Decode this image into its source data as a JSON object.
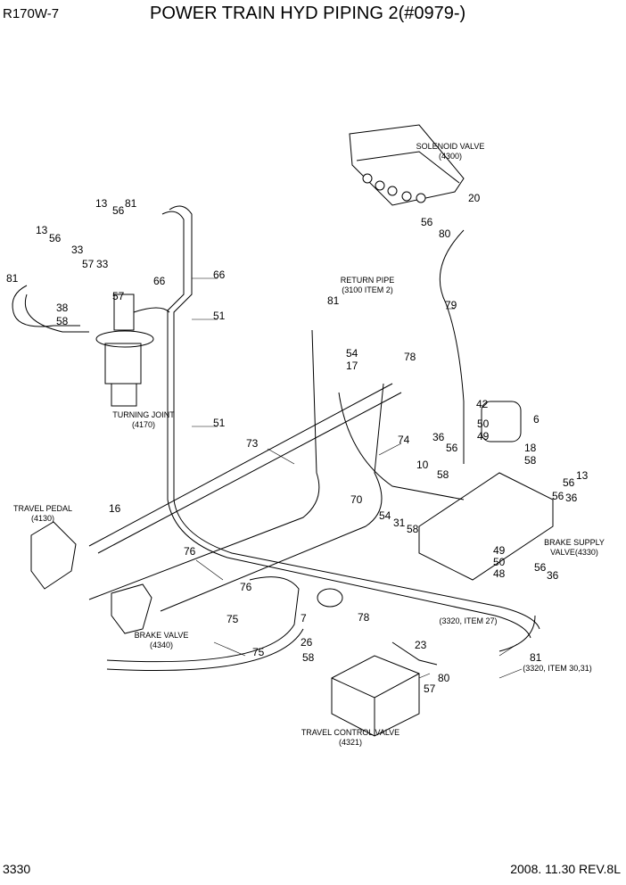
{
  "header": {
    "model": "R170W-7",
    "title": "POWER TRAIN HYD PIPING 2(#0979-)"
  },
  "footer": {
    "page": "3330",
    "revision": "2008. 11.30  REV.8L"
  },
  "captions": [
    [
      "SOLENOID VALVE",
      "(4300)"
    ],
    [
      "RETURN PIPE",
      "(3100 ITEM 2)"
    ],
    [
      "TURNING JOINT",
      "(4170)"
    ],
    [
      "TRAVEL PEDAL",
      "(4130)"
    ],
    [
      "BRAKE VALVE",
      "(4340)"
    ],
    [
      "BRAKE SUPPLY",
      "VALVE(4330)"
    ],
    [
      "(3320, ITEM 27)"
    ],
    [
      "(3320, ITEM 30,31)"
    ],
    [
      "TRAVEL CONTROL VALVE",
      "(4321)"
    ]
  ],
  "part_numbers": [
    "13",
    "56",
    "81",
    "13",
    "56",
    "33",
    "57",
    "33",
    "81",
    "57",
    "66",
    "66",
    "38",
    "58",
    "51",
    "51",
    "20",
    "56",
    "80",
    "79",
    "81",
    "54",
    "17",
    "78",
    "42",
    "6",
    "50",
    "49",
    "36",
    "18",
    "58",
    "56",
    "10",
    "13",
    "56",
    "56",
    "36",
    "58",
    "73",
    "74",
    "70",
    "54",
    "31",
    "58",
    "16",
    "49",
    "50",
    "48",
    "56",
    "36",
    "76",
    "76",
    "7",
    "78",
    "26",
    "58",
    "75",
    "75",
    "23",
    "80",
    "57",
    "81"
  ]
}
